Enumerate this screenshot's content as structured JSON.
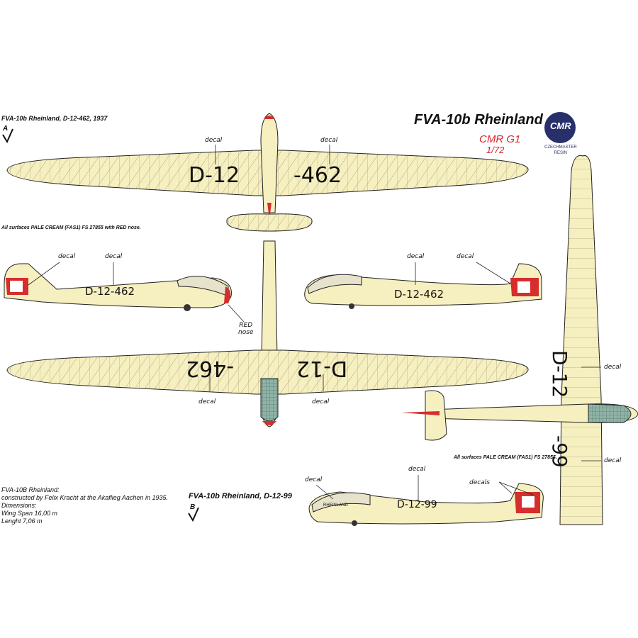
{
  "colors": {
    "cream": "#f6efbf",
    "outline": "#222222",
    "red": "#d62d2d",
    "canopy": "#8fb3a7",
    "text": "#111111",
    "accent_red": "#d8262c",
    "brand_blue": "#27306a"
  },
  "header": {
    "title": "FVA-10b Rheinland",
    "scale_line1": "CMR G1",
    "scale_line2": "1/72",
    "logo_text": "CMR",
    "logo_subtext": "CZECHMASTER\nRESIN"
  },
  "version_a": {
    "caption": "FVA-10b Rheinland, D-12-462, 1937",
    "letter": "A",
    "paint_note": "All surfaces PALE CREAM (FAS1) FS 27855 with RED nose.",
    "top_left_reg": "D-12",
    "top_right_reg": "-462",
    "bottom_left_reg": "-462",
    "bottom_right_reg": "D-12",
    "side_reg": "D-12-462",
    "red_nose_label": "RED\nnose"
  },
  "version_b": {
    "caption": "FVA-10b Rheinland, D-12-99",
    "letter": "B",
    "paint_note": "All surfaces PALE CREAM (FAS1) FS 27855.",
    "wing_reg_top": "D-12",
    "wing_reg_bottom": "-99",
    "side_reg": "D-12-99",
    "side_name": "RHEINLAND"
  },
  "labels": {
    "decal": "decal",
    "decals": "decals"
  },
  "info": {
    "line1": "FVA-10B Rheinland:",
    "line2": "constructed by Felix Kracht at the Akaflieg Aachen in 1935.",
    "line3": "Dimensions:",
    "line4": "Wing Span 16,00 m",
    "line5": "Lenght 7,06 m"
  }
}
